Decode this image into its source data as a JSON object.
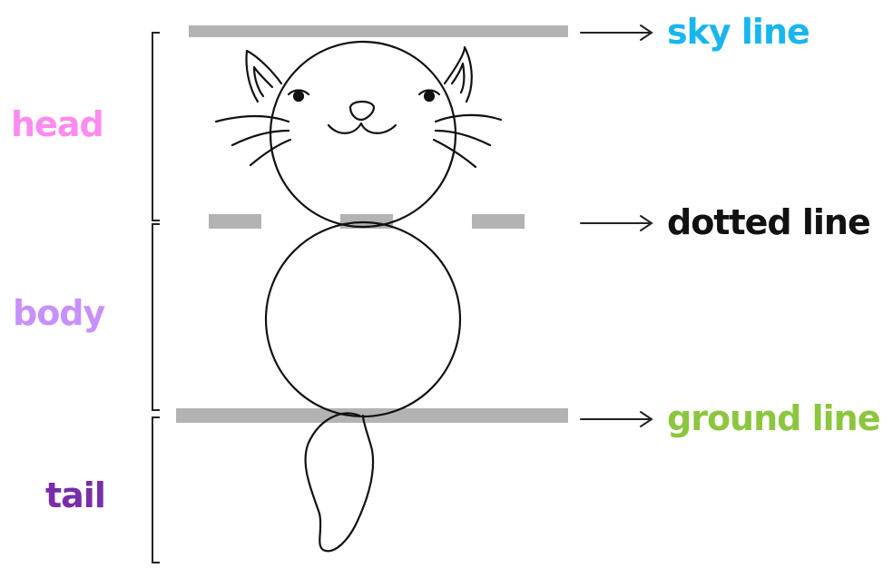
{
  "labels": {
    "head": "head",
    "body": "body",
    "tail": "tail",
    "sky_line": "sky line",
    "dotted_line": "dotted line",
    "ground_line": "ground line"
  },
  "colors": {
    "head": "#ff8af0",
    "body": "#c890ff",
    "tail": "#7a2da8",
    "sky_line": "#19b6ee",
    "dotted_line": "#111111",
    "ground_line": "#8cc63f",
    "guide_line": "#b3b3b3"
  },
  "icons": [
    "cat-drawing",
    "right-arrow-icon"
  ]
}
